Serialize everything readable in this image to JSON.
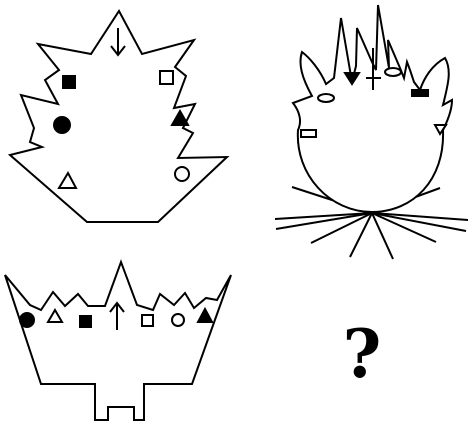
{
  "puzzle": {
    "question_mark": "?",
    "stroke_color": "#000000",
    "fill_color": "#ffffff",
    "figures": [
      {
        "id": "maple-leaf",
        "description_shape": "leaf outline",
        "symbols": [
          "down-arrow-icon",
          "filled-square-icon",
          "open-square-icon",
          "filled-circle-icon",
          "filled-triangle-icon",
          "open-triangle-icon",
          "open-circle-icon"
        ]
      },
      {
        "id": "flame-bowl",
        "description_shape": "flame on bowl with rays",
        "symbols": [
          "filled-triangle-down-icon",
          "cross-icon",
          "open-ellipse-icon",
          "filled-bar-icon",
          "open-triangle-down-icon",
          "open-rectangle-icon"
        ]
      },
      {
        "id": "crown",
        "description_shape": "crown",
        "symbols": [
          "filled-circle-icon",
          "open-triangle-icon",
          "filled-square-icon",
          "up-arrow-icon",
          "open-square-icon",
          "open-circle-icon",
          "filled-triangle-icon"
        ]
      }
    ]
  }
}
